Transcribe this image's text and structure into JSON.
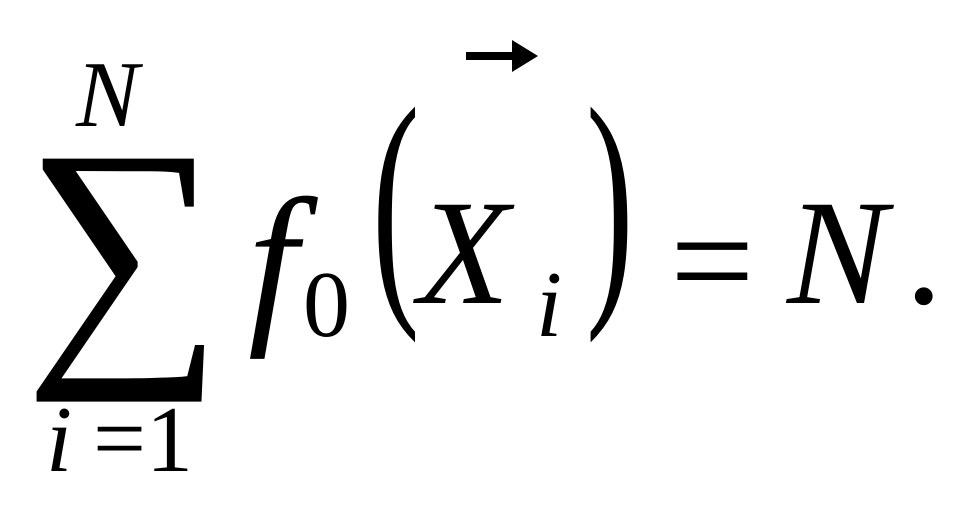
{
  "formula": {
    "operator": "∑",
    "upper_limit": "N",
    "lower_var": "i",
    "lower_eq": "=",
    "lower_val": "1",
    "function_name": "f",
    "function_subscript": "0",
    "paren_open": "(",
    "argument": "X",
    "argument_subscript": "i",
    "argument_accent": "vector-arrow-icon",
    "paren_close": ")",
    "equals": "=",
    "right_side": "N",
    "terminal_punctuation": "."
  }
}
